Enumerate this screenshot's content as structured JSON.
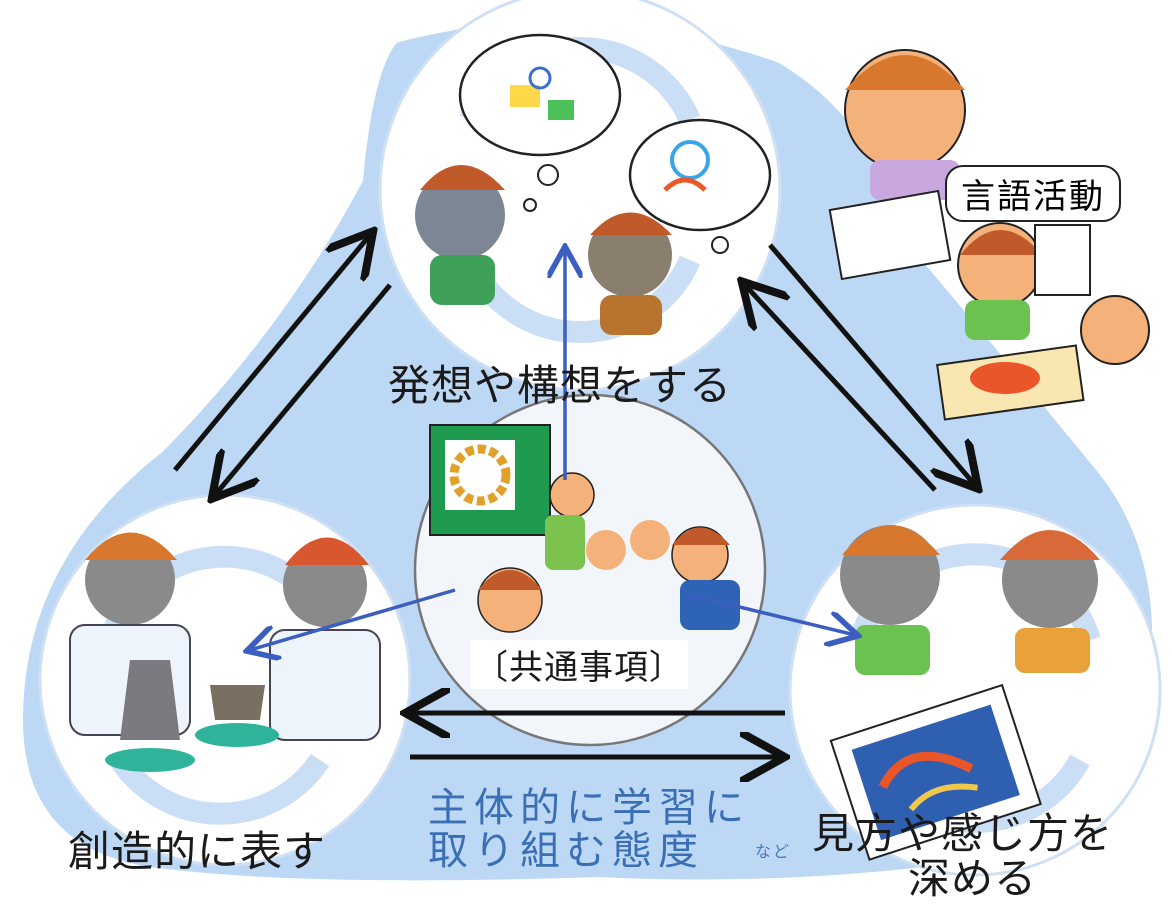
{
  "labels": {
    "top": "発想や構想をする",
    "left": "創造的に表す",
    "right_line1": "見方や感じ方を",
    "right_line2": "深める",
    "center": "〔共通事項〕",
    "attitude_line1": "主体的に学習に",
    "attitude_line2": "取り組む態度",
    "attitude_suffix": "など",
    "language": "言語活動"
  },
  "colors": {
    "background_blob": "#bcd8f5",
    "circle_fill": "#ffffff",
    "arrow_black": "#111111",
    "arrow_blue": "#3b5fc0",
    "accent_blue_text": "#3a6fb5"
  }
}
